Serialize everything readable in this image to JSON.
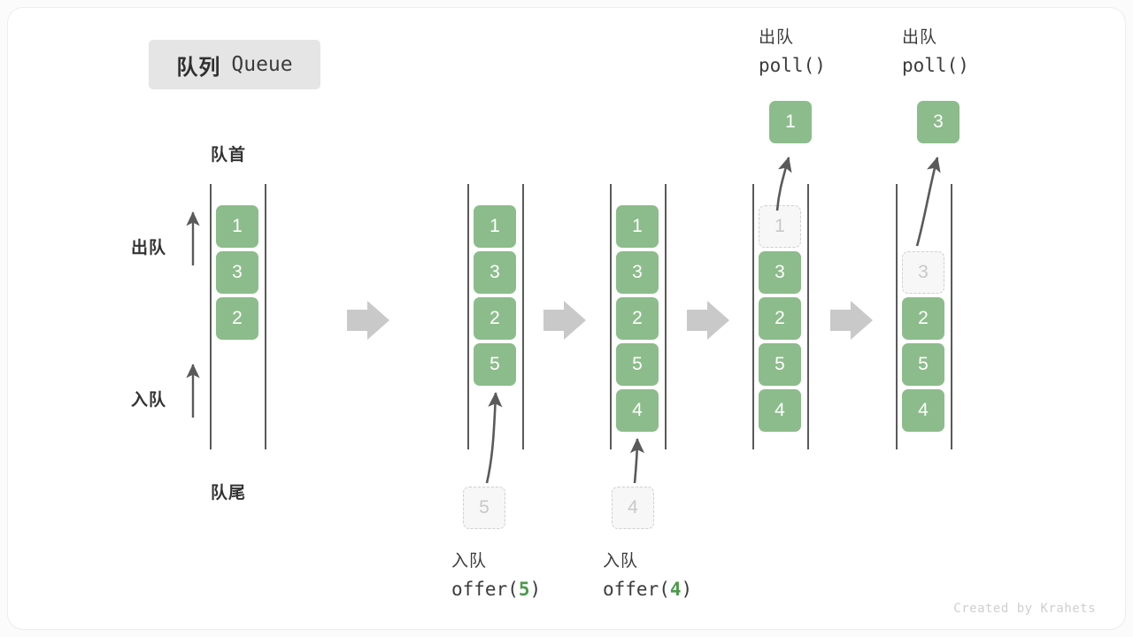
{
  "title": {
    "cn": "队列",
    "en": "Queue"
  },
  "labels": {
    "front": "队首",
    "rear": "队尾",
    "dequeue": "出队",
    "enqueue": "入队"
  },
  "colors": {
    "cell_green": "#8cbc8b",
    "cell_text": "#ffffff",
    "ghost_border": "#cfcfcf",
    "ghost_text": "#c8c8c8",
    "rail": "#5a5a5a",
    "arrow": "#5a5a5a",
    "step_arrow": "#c9c9c9",
    "badge_bg": "#e5e5e5",
    "code_num": "#4c9a4c"
  },
  "columns": [
    {
      "id": "state-initial",
      "cells": [
        "1",
        "3",
        "2"
      ],
      "ghost": null
    },
    {
      "id": "state-after-offer-5",
      "cells": [
        "1",
        "3",
        "2",
        "5"
      ],
      "ghost": null
    },
    {
      "id": "state-after-offer-4",
      "cells": [
        "1",
        "3",
        "2",
        "5",
        "4"
      ],
      "ghost": null
    },
    {
      "id": "state-after-poll-1",
      "cells": [
        "3",
        "2",
        "5",
        "4"
      ],
      "ghost": "1"
    },
    {
      "id": "state-after-poll-3",
      "cells": [
        "2",
        "5",
        "4"
      ],
      "ghost": "3"
    }
  ],
  "operations": {
    "offer_5": {
      "cn": "入队",
      "code_prefix": "offer(",
      "code_value": "5",
      "code_suffix": ")",
      "ghost_value": "5"
    },
    "offer_4": {
      "cn": "入队",
      "code_prefix": "offer(",
      "code_value": "4",
      "code_suffix": ")",
      "ghost_value": "4"
    },
    "poll_1": {
      "cn": "出队",
      "code": "poll()",
      "popped_value": "1"
    },
    "poll_2": {
      "cn": "出队",
      "code": "poll()",
      "popped_value": "3"
    }
  },
  "watermark": "Created by Krahets"
}
